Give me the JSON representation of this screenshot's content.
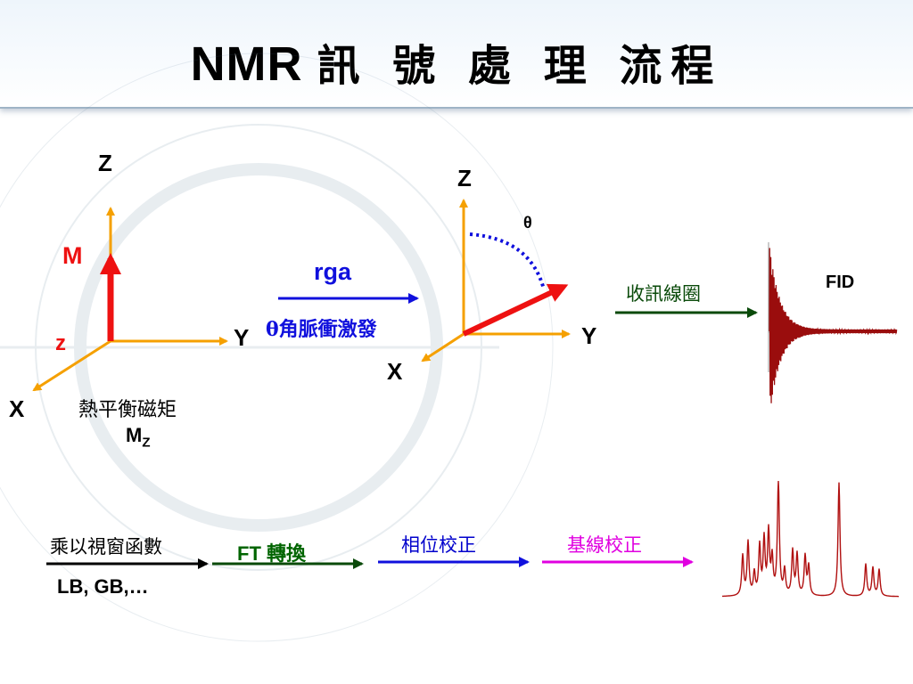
{
  "title": {
    "latin": "NMR",
    "cjk": "訊 號 處 理 流程"
  },
  "diagram1": {
    "axis_z": "Z",
    "axis_y": "Y",
    "axis_x": "X",
    "vector_label": "M",
    "small_z": "z",
    "caption_line1": "熱平衡磁矩",
    "caption_m": "M",
    "caption_sub": "Z"
  },
  "pulse": {
    "label_top": "rga",
    "label_bottom": "θ角脈衝激發"
  },
  "diagram2": {
    "axis_z": "Z",
    "axis_y": "Y",
    "axis_x": "X",
    "angle": "θ"
  },
  "receive": {
    "label": "收訊線圈"
  },
  "fid": {
    "label": "FID"
  },
  "steps": [
    {
      "label": "乘以視窗函數",
      "sub": "LB, GB,…",
      "color": "#000000"
    },
    {
      "label": "FT 轉換",
      "color": "#006400"
    },
    {
      "label": "相位校正",
      "color": "#0000cc"
    },
    {
      "label": "基線校正",
      "color": "#e000e0"
    }
  ],
  "colors": {
    "axis": "#f5a000",
    "vector": "#ee1111",
    "blue": "#1010dd",
    "green": "#0a4a0a",
    "spectrum": "#b01010",
    "accent_red": "#dd1111"
  }
}
